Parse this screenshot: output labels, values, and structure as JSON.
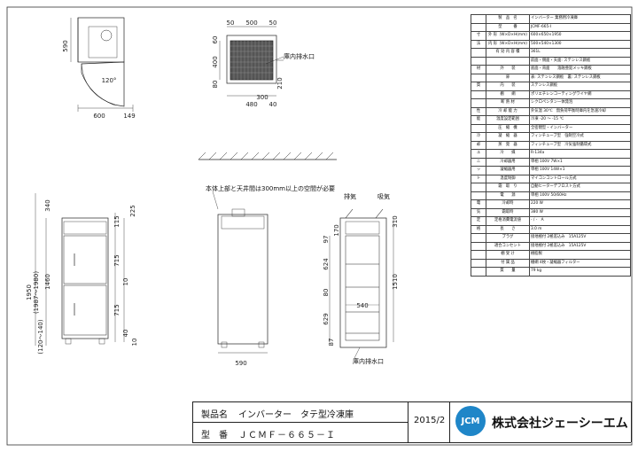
{
  "spec_table": {
    "rows": [
      {
        "cat": "",
        "sub": "製　品　名",
        "val": "インバーター 業務用冷凍庫"
      },
      {
        "cat": "",
        "sub": "型　　　番",
        "val": "JCMF-665-I"
      },
      {
        "cat": "寸",
        "sub": "外 形（W×D×H(mm)",
        "val": "600×650×1950"
      },
      {
        "cat": "法",
        "sub": "内 形（W×D×H(mm)",
        "val": "500×540×1300"
      },
      {
        "cat": "",
        "sub": "有 効 内 容 積",
        "val": "361L"
      },
      {
        "cat": "",
        "sub": "",
        "val": "前面・側面・天面: ステンレス鋼板"
      },
      {
        "cat": "材",
        "sub": "外　　装",
        "val": "底面・背面　　溶融亜鉛メッキ鋼板"
      },
      {
        "cat": "",
        "sub": "扉",
        "val": "表: ステンレス鋼板　裏: ステンレス鋼板"
      },
      {
        "cat": "質",
        "sub": "内　　装",
        "val": "ステンレス鋼板"
      },
      {
        "cat": "",
        "sub": "棚　　網",
        "val": "ポリエチレンコーティングワイヤ網"
      },
      {
        "cat": "",
        "sub": "断 熱 材",
        "val": "シクロペンタン一体発泡"
      },
      {
        "cat": "性",
        "sub": "冷 却 能 力",
        "val": "外気温 30℃　無負荷平衡時庫内を急速冷却"
      },
      {
        "cat": "能",
        "sub": "温度設定範囲",
        "val": "冷凍 -20 ～ -15 ℃"
      },
      {
        "cat": "",
        "sub": "圧　縮　機",
        "val": "全密閉型・インバーター"
      },
      {
        "cat": "冷",
        "sub": "凝　縮　器",
        "val": "フィンチューブ型　強制空冷式"
      },
      {
        "cat": "却",
        "sub": "蒸　発　器",
        "val": "フィンチューブ型　冷気強制循環式"
      },
      {
        "cat": "ユ",
        "sub": "冷　　媒",
        "val": "R-134a"
      },
      {
        "cat": "ニ",
        "sub": "冷却器用",
        "val": "単相 100V 7W×1"
      },
      {
        "cat": "ッ",
        "sub": "凝縮器用",
        "val": "単相 100V 14W×1"
      },
      {
        "cat": "ト",
        "sub": "温度制御",
        "val": "マイコンコントロール方式"
      },
      {
        "cat": "",
        "sub": "霜　取　り",
        "val": "自動ヒーターデフロスト方式"
      },
      {
        "cat": "",
        "sub": "電　　源",
        "val": "単相 100V 50/60Hz"
      },
      {
        "cat": "電",
        "sub": "冷却時",
        "val": "220 W"
      },
      {
        "cat": "気",
        "sub": "霜取時",
        "val": "380 W"
      },
      {
        "cat": "定",
        "sub": "定格消費電流値",
        "val": "- / -　A"
      },
      {
        "cat": "格",
        "sub": "長　　さ",
        "val": "3.0 m"
      },
      {
        "cat": "",
        "sub": "プラグ",
        "val": "接地極付 2極差込み　15A125V"
      },
      {
        "cat": "",
        "sub": "適合コンセント",
        "val": "接地極付 2極差込み　15A125V"
      },
      {
        "cat": "",
        "sub": "棚 受 け",
        "val": "樹脂製"
      },
      {
        "cat": "",
        "sub": "付 属 品",
        "val": "棚網 4枚・凝縮器フィルター"
      },
      {
        "cat": "",
        "sub": "質　　量",
        "val": "79 kg"
      }
    ]
  },
  "drawing": {
    "top_view": {
      "dims": [
        "590",
        "600",
        "149",
        "120°"
      ]
    },
    "inner_view": {
      "dims": [
        "50",
        "500",
        "50",
        "400",
        "60",
        "80",
        "480",
        "40",
        "210",
        "300"
      ],
      "drain_label": "庫内排水口"
    },
    "front_view": {
      "dims": [
        "1950",
        "(1987～1980)",
        "340",
        "1460",
        "(120～140)",
        "115",
        "225",
        "715",
        "715",
        "10",
        "40",
        "10"
      ]
    },
    "side_view": {
      "dims": [
        "590"
      ],
      "clearance_note": "本体上部と天井間は300mm以上の空間が必要"
    },
    "section_view": {
      "exhaust_label": "排気",
      "intake_label": "吸気",
      "drain_label": "庫内排水口",
      "dims": [
        "97",
        "624",
        "80",
        "629",
        "540",
        "1510",
        "310",
        "87",
        "170"
      ]
    }
  },
  "title_block": {
    "product_label": "製品名",
    "product_name": "インバーター　タテ型冷凍庫",
    "model_label": "型　番",
    "model_number": "ＪＣＭＦ－６６５－Ｉ",
    "date": "2015/2",
    "logo_text": "JCM",
    "company": "株式会社ジェーシーエム"
  }
}
